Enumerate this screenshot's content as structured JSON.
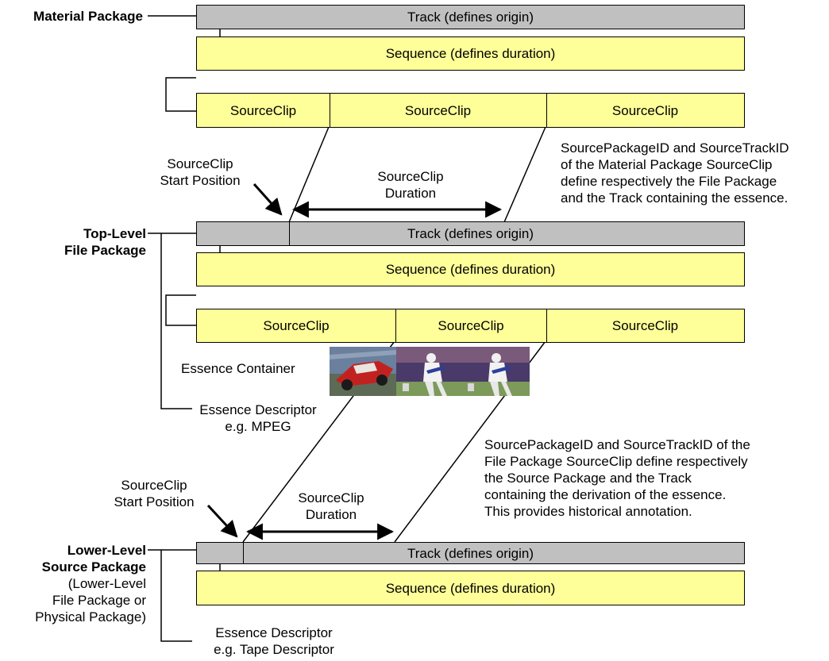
{
  "track_label": "Track (defines origin)",
  "sequence_label": "Sequence (defines duration)",
  "sourceclip_label": "SourceClip",
  "material_package": {
    "label": "Material Package"
  },
  "top_level_file_package": {
    "label_line1": "Top-Level",
    "label_line2": "File Package"
  },
  "lower_level_source_package": {
    "label_line1": "Lower-Level",
    "label_line2": "Source Package",
    "note_line1": "(Lower-Level",
    "note_line2": "File Package or",
    "note_line3": "Physical Package)"
  },
  "start_position_label": {
    "line1": "SourceClip",
    "line2": "Start Position"
  },
  "duration_label": {
    "line1": "SourceClip",
    "line2": "Duration"
  },
  "essence_container_label": "Essence Container",
  "essence_descriptor_mpeg": {
    "line1": "Essence Descriptor",
    "line2": "e.g. MPEG"
  },
  "essence_descriptor_tape": {
    "line1": "Essence Descriptor",
    "line2": "e.g. Tape Descriptor"
  },
  "note_material": {
    "line1": "SourcePackageID and SourceTrackID",
    "line2": "of the Material Package SourceClip",
    "line3": "define respectively the File Package",
    "line4": "and the Track containing the essence."
  },
  "note_file": {
    "line1": "SourcePackageID and SourceTrackID of the",
    "line2": "File Package SourceClip define respectively",
    "line3": "the Source Package and the Track",
    "line4": "containing the derivation of the essence.",
    "line5": "This provides historical annotation."
  },
  "colors": {
    "track": "#c0c0c0",
    "sequence": "#ffff99",
    "line": "#000000"
  }
}
